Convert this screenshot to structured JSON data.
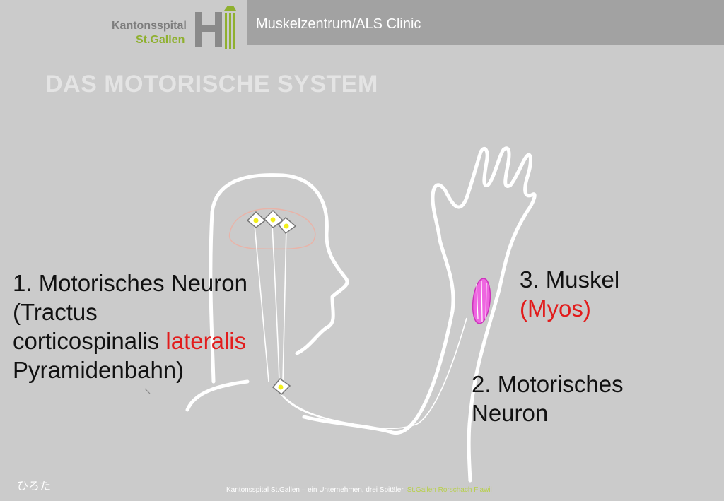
{
  "header": {
    "logo_line1": "Kantonsspital",
    "logo_line2": "St.Gallen",
    "clinic": "Muskelzentrum/ALS Clinic"
  },
  "title": "DAS MOTORISCHE SYSTEM",
  "labels": {
    "neuron1": {
      "line1": "1. Motorisches Neuron",
      "line2": "(Tractus",
      "line3a": "corticospinalis ",
      "line3b": "lateralis",
      "line4": "Pyramidenbahn)"
    },
    "muskel": {
      "line1": "3. Muskel",
      "line2": "(Myos)"
    },
    "neuron2": {
      "line1": "2. Motorisches",
      "line2": "Neuron"
    }
  },
  "footer": {
    "text": "Kantonsspital St.Gallen – ein Unternehmen, drei Spitäler.",
    "cities": "St.Gallen  Rorschach  Flawil"
  },
  "signature": "ひろた",
  "colors": {
    "accent_red": "#e21c1c",
    "brand_green": "#8fb02f",
    "muscle_pink": "#ee66e0",
    "neuron_yellow": "#f2ef1a"
  }
}
